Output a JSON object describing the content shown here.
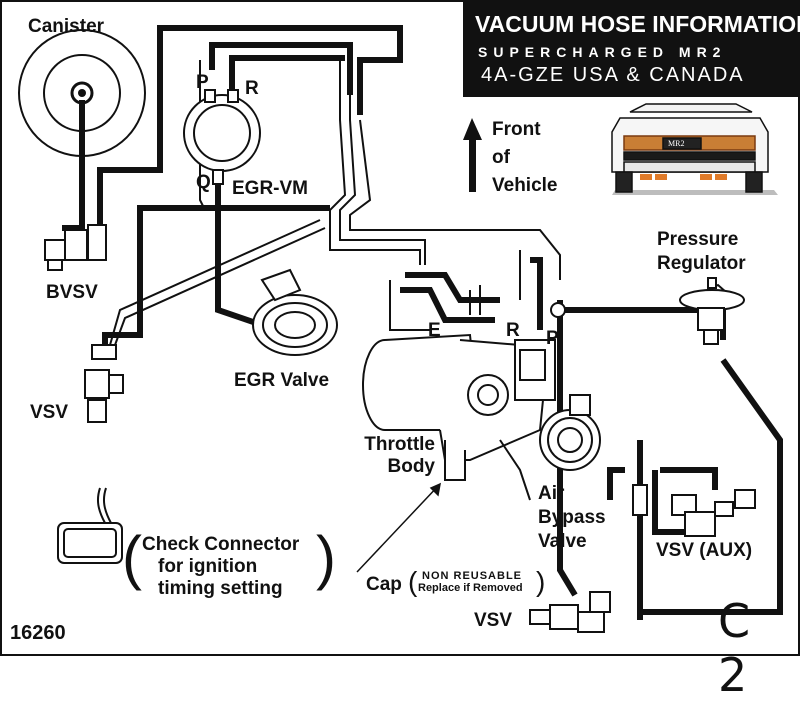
{
  "title": {
    "line1": "VACUUM HOSE INFORMATION",
    "line2": "SUPERCHARGED MR2",
    "line3": "4A-GZE USA & CANADA"
  },
  "labels": {
    "canister": "Canister",
    "bvsv": "BVSV",
    "vsv_left": "VSV",
    "egr_vm": "EGR-VM",
    "egr_p": "P",
    "egr_r": "R",
    "egr_q": "Q",
    "egr_valve": "EGR Valve",
    "front_of_vehicle": [
      "Front",
      "of",
      "Vehicle"
    ],
    "pressure_regulator": [
      "Pressure",
      "Regulator"
    ],
    "throttle_e": "E",
    "throttle_r": "R",
    "throttle_p": "P",
    "throttle_body": [
      "Throttle",
      "Body"
    ],
    "air_bypass_valve": [
      "Air",
      "Bypass",
      "Valve"
    ],
    "vsv_aux": "VSV (AUX)",
    "vsv_bottom": "VSV",
    "check_connector": [
      "Check Connector",
      "for ignition",
      "timing setting"
    ],
    "cap": "Cap",
    "cap_note": [
      "NON REUSABLE",
      "Replace if Removed"
    ],
    "car_plate": "MR2"
  },
  "footer": {
    "code": "16260",
    "section": "C 2"
  }
}
